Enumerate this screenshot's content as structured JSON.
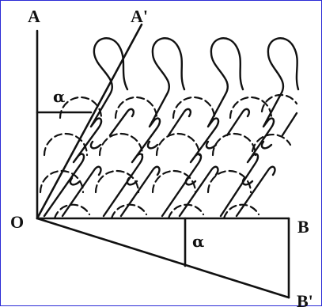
{
  "figure": {
    "colors": {
      "border": "#2a2ad6",
      "ink": "#111111",
      "background": "#ffffff"
    },
    "points": {
      "origin": "O",
      "vertical": "A",
      "vertical_sheared": "A'",
      "horizontal": "B",
      "horizontal_sheared": "B'"
    },
    "angles": {
      "upper": "α",
      "lower": "α"
    }
  }
}
